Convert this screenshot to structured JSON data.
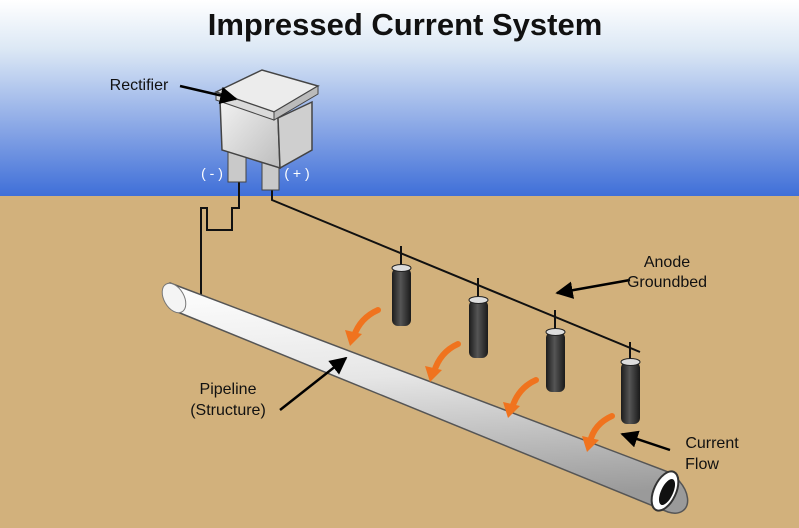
{
  "title": "Impressed Current System",
  "labels": {
    "rectifier": "Rectifier",
    "negative": "( - )",
    "positive": "( + )",
    "anode_line1": "Anode",
    "anode_line2": "Groundbed",
    "pipeline_line1": "Pipeline",
    "pipeline_line2": "(Structure)",
    "current_line1": "Current",
    "current_line2": "Flow"
  },
  "colors": {
    "sky_top": "#3f6fd8",
    "sky_bottom": "#dce8f5",
    "soil": "#d2b17c",
    "arrow": "#f0731e",
    "anode": "#2e2e2e"
  }
}
